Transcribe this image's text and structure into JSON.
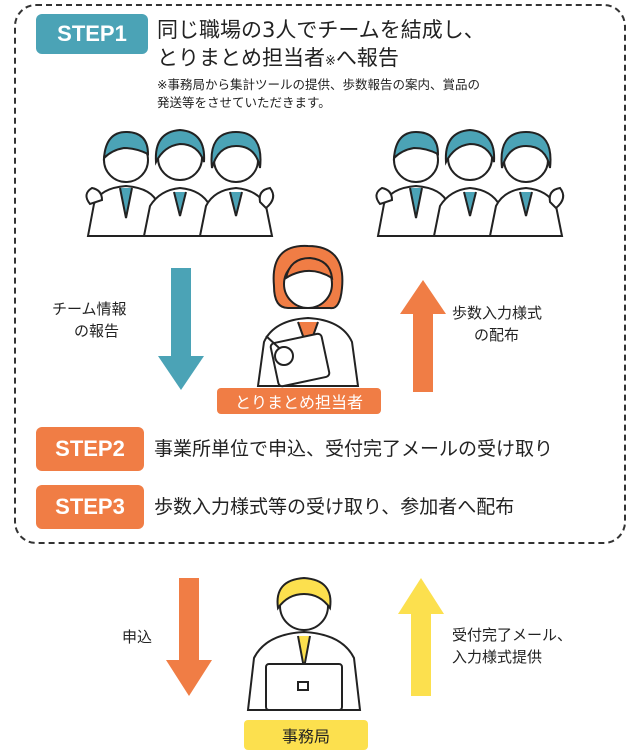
{
  "step1": {
    "badge": "STEP1",
    "line1": "同じ職場の3人でチームを結成し、",
    "line2": "とりまとめ担当者",
    "line2_mark": "※",
    "line2_end": "へ報告",
    "note1": "※事務局から集計ツールの提供、歩数報告の案内、賞品の",
    "note2": "発送等をさせていただきます。"
  },
  "arrows": {
    "team_report_1": "チーム情報",
    "team_report_2": "の報告",
    "distribute_1": "歩数入力様式",
    "distribute_2": "の配布",
    "apply": "申込",
    "reply_1": "受付完了メール、",
    "reply_2": "入力様式提供"
  },
  "coordinator_label": "とりまとめ担当者",
  "step2": {
    "badge": "STEP2",
    "text": "事業所単位で申込、受付完了メールの受け取り"
  },
  "step3": {
    "badge": "STEP3",
    "text": "歩数入力様式等の受け取り、参加者へ配布"
  },
  "office_label": "事務局",
  "colors": {
    "teal": "#4ba3b6",
    "orange": "#f07d45",
    "yellow": "#fce04e",
    "skin": "#ffffff",
    "line": "#222222"
  }
}
